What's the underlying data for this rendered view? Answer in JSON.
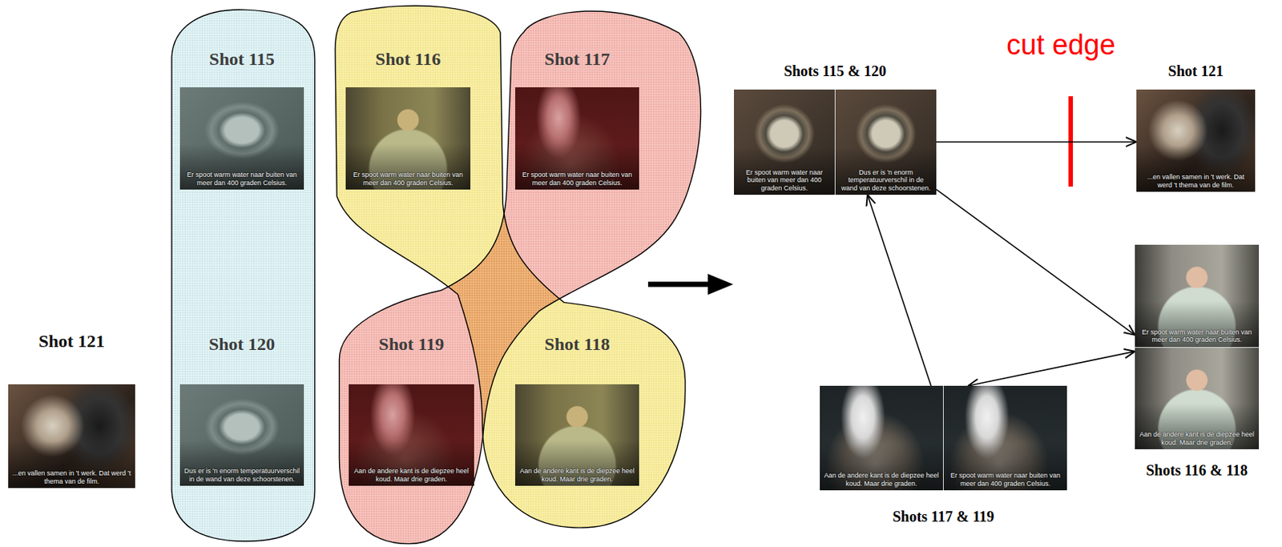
{
  "diagram": {
    "nodes": [
      {
        "text": [
          "Shot 121",
          "...en vallen samen in 't werk. Dat werd 't thema van de film."
        ]
      },
      {
        "text": [
          "Shot 115",
          "Er spoot warm water naar buiten van meer dan 400 graden Celsius."
        ]
      },
      {
        "text": [
          "Shot 116",
          "Er spoot warm water naar buiten van meer dan 400 graden Celsius."
        ]
      },
      {
        "text": [
          "Shot 117",
          "Er spoot warm water naar buiten van meer dan 400 graden Celsius."
        ]
      },
      {
        "text": [
          "Shot 120",
          "Dus er is 'n enorm temperatuurverschil in de wand van deze schoorstenen."
        ]
      },
      {
        "text": [
          "Shot 119",
          "Aan de andere kant is de diepzee heel koud. Maar drie graden."
        ]
      },
      {
        "text": [
          "Shot 118",
          "Aan de andere kant is de diepzee heel koud. Maar drie graden."
        ]
      },
      {
        "text": [
          "Shots 115 & 120",
          "Er spoot warm water naar buiten van meer dan 400 graden Celsius.",
          "Dus er is 'n enorm temperatuurverschil in de wand van deze schoorstenen."
        ]
      },
      {
        "text": [
          "Shot 121",
          "...en vallen samen in 't werk. Dat werd 't thema van de film."
        ]
      },
      {
        "text": [
          "Shots 116 & 118",
          "Er spoot warm water naar buiten van meer dan 400 graden Celsius.",
          "Aan de andere kant is de diepzee heel koud. Maar drie graden."
        ]
      },
      {
        "text": [
          "Shots 117 & 119",
          "Aan de andere kant is de diepzee heel koud. Maar drie graden.",
          "Er spoot warm water naar buiten van meer dan 400 graden Celsius."
        ]
      }
    ],
    "edges": [
      {
        "from": 7,
        "to": 8,
        "arrow": "to",
        "label": "cut edge"
      },
      {
        "from": 7,
        "to": 9,
        "arrow": "to"
      },
      {
        "from": 10,
        "to": 9,
        "arrow": "both"
      },
      {
        "from": 10,
        "to": 7,
        "arrow": "to"
      }
    ]
  }
}
